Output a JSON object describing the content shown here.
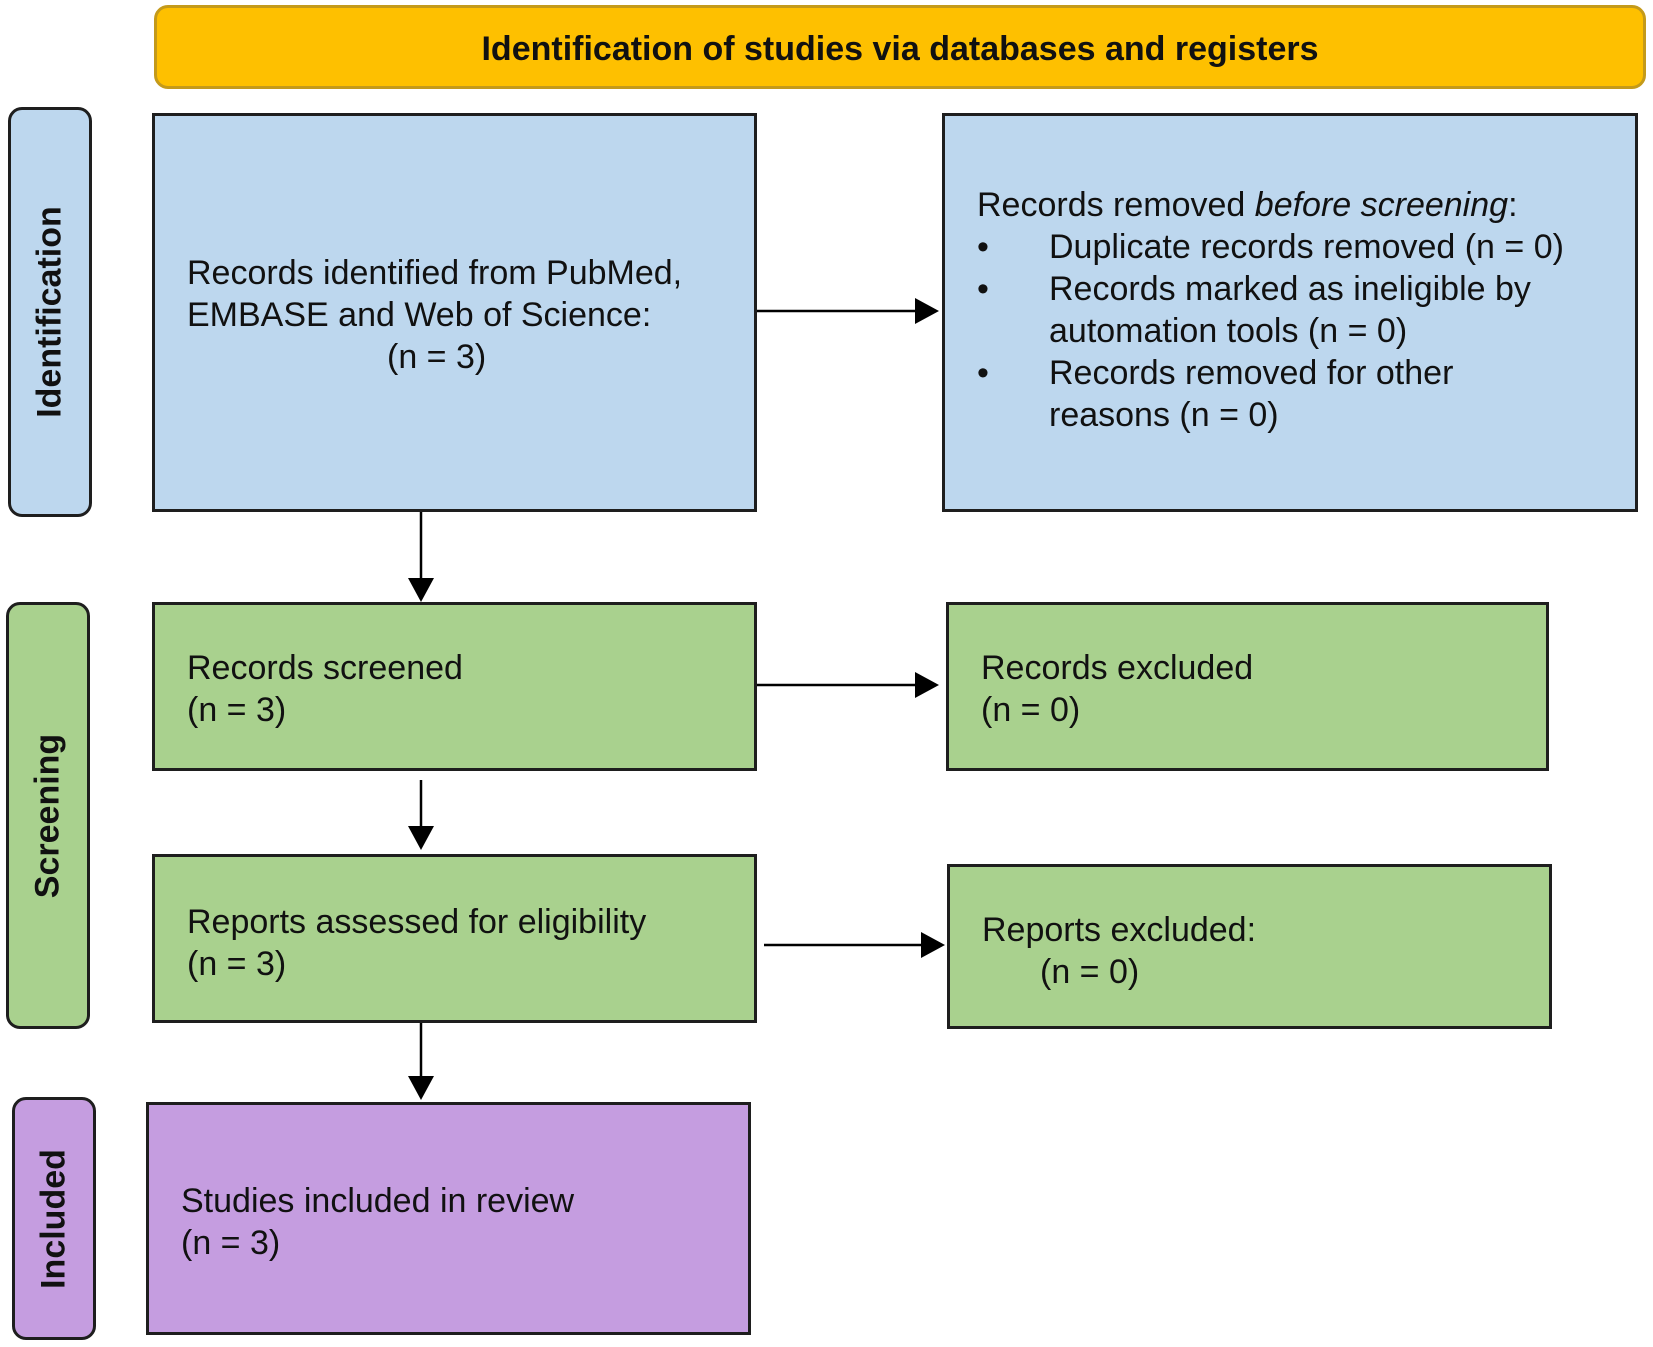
{
  "header": {
    "title": "Identification of studies via databases and registers"
  },
  "phases": {
    "identification": "Identification",
    "screening": "Screening",
    "included": "Included"
  },
  "identification": {
    "records_identified": {
      "line1": "Records identified from PubMed,",
      "line2": "EMBASE and Web of Science:",
      "line3": "(n = 3)"
    },
    "records_removed": {
      "heading_prefix": "Records removed ",
      "heading_emph": "before screening",
      "heading_suffix": ":",
      "items": [
        {
          "line1": "Duplicate records removed (n = 0)",
          "line2": ""
        },
        {
          "line1": "Records marked as ineligible by",
          "line2": "automation tools (n = 0)"
        },
        {
          "line1": "Records removed for other",
          "line2": "reasons (n = 0)"
        }
      ]
    }
  },
  "screening": {
    "records_screened": {
      "line1": "Records screened",
      "line2": "(n = 3)"
    },
    "records_excluded": {
      "line1": "Records excluded",
      "line2": "(n = 0)"
    },
    "reports_assessed": {
      "line1": "Reports assessed for eligibility",
      "line2": "(n = 3)"
    },
    "reports_excluded": {
      "line1": "Reports excluded:",
      "line2": "(n = 0)"
    }
  },
  "included": {
    "studies_included": {
      "line1": "Studies included in review",
      "line2": "(n = 3)"
    }
  },
  "colors": {
    "header": "#fec000",
    "identification": "#bdd7ee",
    "screening": "#a9d18e",
    "included": "#c59de0"
  }
}
